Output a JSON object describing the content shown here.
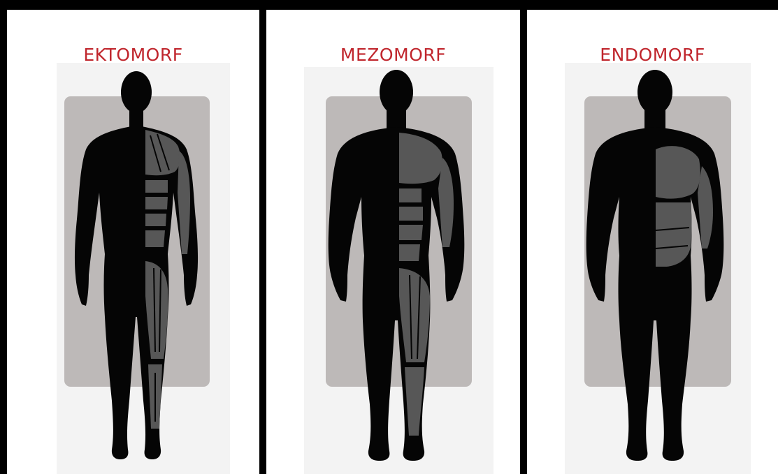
{
  "panels": [
    {
      "title": "EKTOMORF"
    },
    {
      "title": "MEZOMORF"
    },
    {
      "title": "ENDOMORF"
    }
  ],
  "colors": {
    "title": "#c0262d",
    "border": "#000000",
    "backdrop": "#f3f3f3",
    "card": "#bdb9b8",
    "silhouette": "#050505",
    "muscle": "#575757"
  }
}
